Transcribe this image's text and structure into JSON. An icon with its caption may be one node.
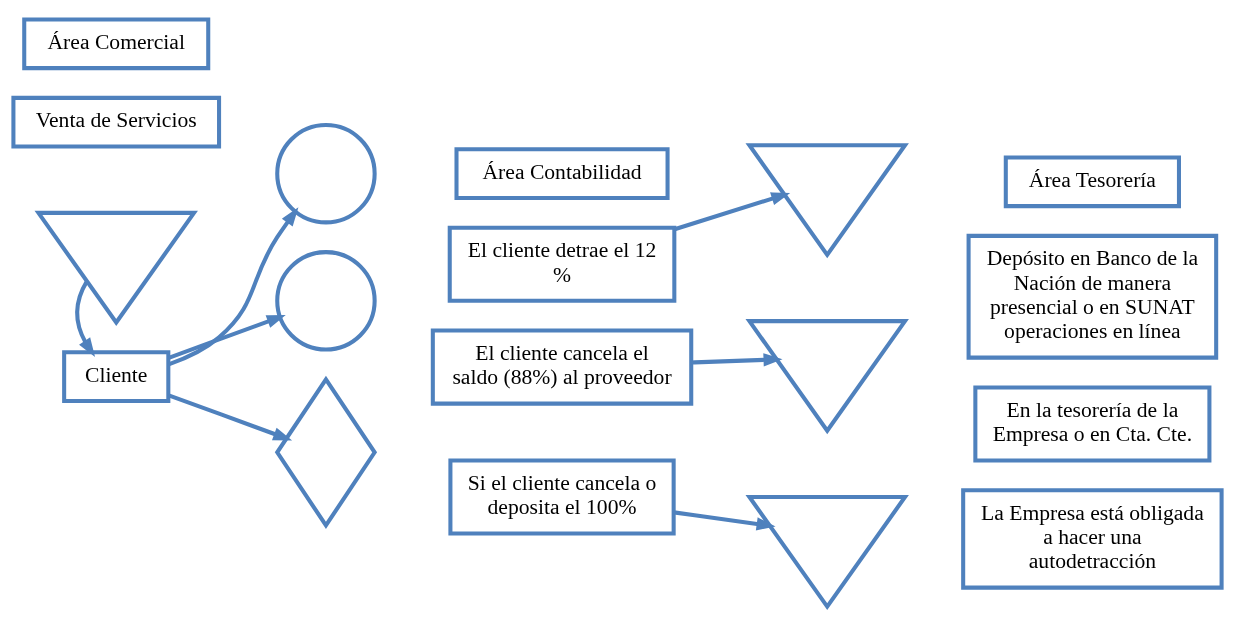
{
  "diagram": {
    "nodes": [
      {
        "text": [
          "Área Comercial"
        ]
      },
      {
        "text": [
          "Área Contabilidad"
        ]
      },
      {
        "text": [
          "Área Tesorería"
        ]
      },
      {
        "text": [
          "Venta de Servicios"
        ]
      },
      {
        "text": [],
        "shape": "triangle"
      },
      {
        "text": [
          "Cliente"
        ]
      },
      {
        "text": [],
        "shape": "circle"
      },
      {
        "text": [],
        "shape": "circle"
      },
      {
        "text": [],
        "shape": "diamond"
      },
      {
        "text": [
          "El cliente detrae el 12 %"
        ]
      },
      {
        "text": [
          "El cliente cancela el saldo (88%) al proveedor"
        ]
      },
      {
        "text": [
          "Si el cliente cancela o deposita el 100%"
        ]
      },
      {
        "text": [],
        "shape": "triangle"
      },
      {
        "text": [],
        "shape": "triangle"
      },
      {
        "text": [],
        "shape": "triangle"
      },
      {
        "text": [
          "Depósito en Banco de la Nación de manera presencial o en SUNAT operaciones en línea"
        ]
      },
      {
        "text": [
          "En la tesorería de la Empresa o en Cta. Cte."
        ]
      },
      {
        "text": [
          "La Empresa está obligada a hacer una autodetracción"
        ]
      }
    ],
    "edges": [
      {
        "from": 4,
        "to": 5,
        "arrow": "to"
      },
      {
        "from": 5,
        "to": 6,
        "arrow": "to"
      },
      {
        "from": 5,
        "to": 7,
        "arrow": "to"
      },
      {
        "from": 5,
        "to": 8,
        "arrow": "to"
      },
      {
        "from": 9,
        "to": 12,
        "arrow": "to"
      },
      {
        "from": 10,
        "to": 13,
        "arrow": "to"
      },
      {
        "from": 11,
        "to": 14,
        "arrow": "to"
      }
    ]
  }
}
